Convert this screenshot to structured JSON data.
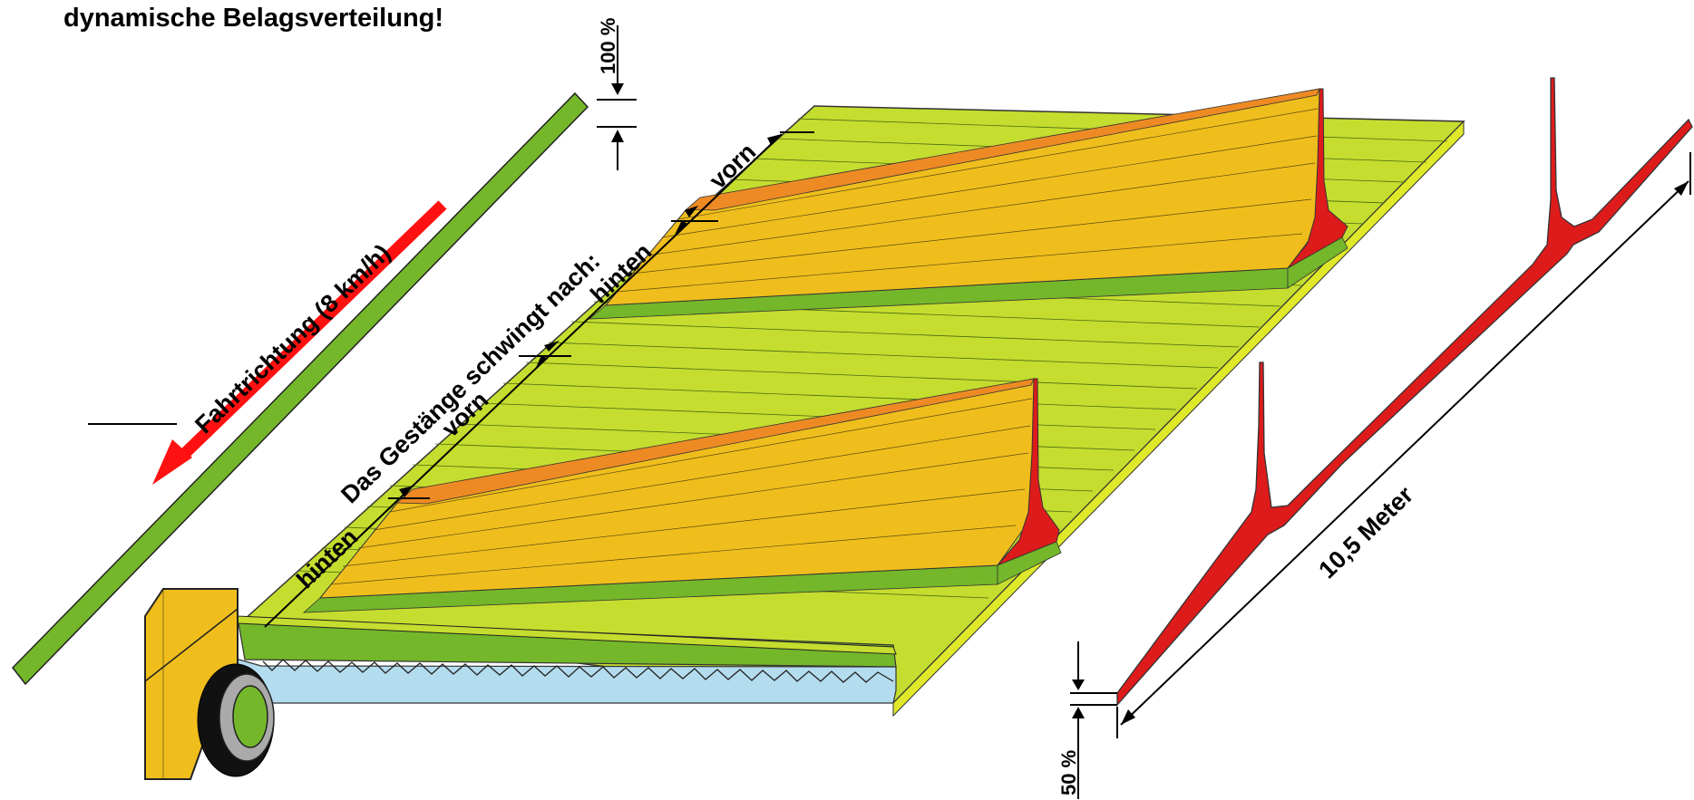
{
  "title": "dynamische Belagsverteilung!",
  "labels": {
    "top_percent": "100 %",
    "bottom_percent": "50 %",
    "direction": "Fahrtrichtung (8 km/h)",
    "boom_swings": "Das Gestänge schwingt nach:",
    "vorn_top": "vorn",
    "hinten_top": "hinten",
    "vorn_bottom": "vorn",
    "hinten_bottom": "hinten",
    "width": "10,5 Meter"
  },
  "colors": {
    "green": "#74b72a",
    "light_green": "#c4dc2c",
    "yellow_orange": "#f0be1c",
    "orange": "#ee8a24",
    "red": "#de1b1b",
    "arrow_red": "#ff1111",
    "light_blue": "#b3dcee",
    "yellow_side": "#dfe92a"
  }
}
